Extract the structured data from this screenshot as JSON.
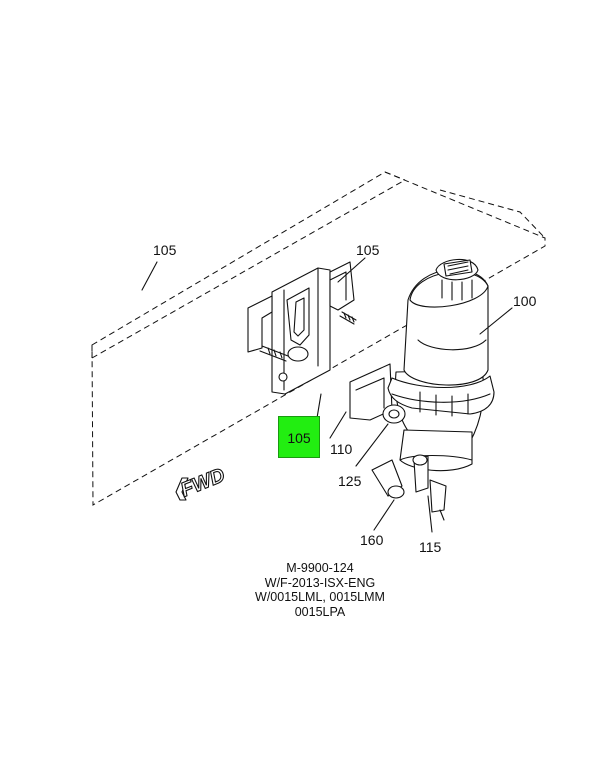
{
  "callouts": {
    "c105_rail": "105",
    "c105_bolt": "105",
    "c105_highlight": "105",
    "c100": "100",
    "c110": "110",
    "c125": "125",
    "c160": "160",
    "c115": "115"
  },
  "fwd_label": "FWD",
  "caption": {
    "line1": "M-9900-124",
    "line2": "W/F-2013-ISX-ENG",
    "line3": "W/0015LML, 0015LMM",
    "line4": "0015LPA"
  },
  "highlight_color": "#22ee11"
}
